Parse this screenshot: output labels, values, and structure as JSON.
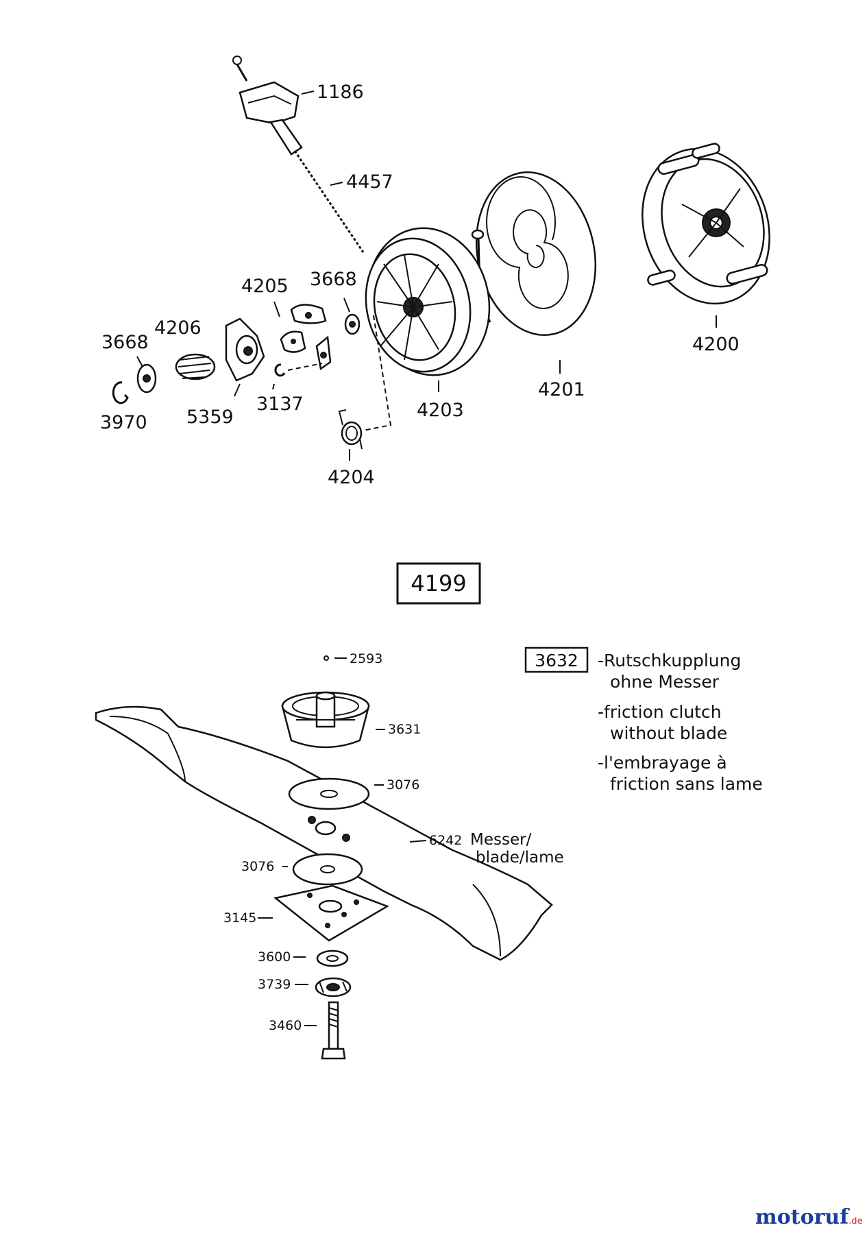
{
  "title_box": "4199",
  "assembly_box": "3632",
  "assembly_notes": [
    "-Rutschkupplung",
    "ohne Messer",
    "-friction clutch",
    "without blade",
    "-l'embrayage à",
    "friction sans lame"
  ],
  "parts_upper": {
    "p1186": "1186",
    "p4457": "4457",
    "p4205": "4205",
    "p3668a": "3668",
    "p3668b": "3668",
    "p4206": "4206",
    "p3970": "3970",
    "p5359": "5359",
    "p3137": "3137",
    "p4203": "4203",
    "p4201": "4201",
    "p4200": "4200",
    "p4204": "4204"
  },
  "parts_lower": {
    "p2593": "2593",
    "p3631": "3631",
    "p3076a": "3076",
    "p6242": "6242",
    "p6242_text1": "Messer/",
    "p6242_text2": "blade/lame",
    "p3076b": "3076",
    "p3145": "3145",
    "p3600": "3600",
    "p3739": "3739",
    "p3460": "3460"
  },
  "watermark": {
    "main": "motoruf",
    "suffix": ".de",
    "color_a": "#1a3f9a",
    "color_b": "#d7262c"
  }
}
